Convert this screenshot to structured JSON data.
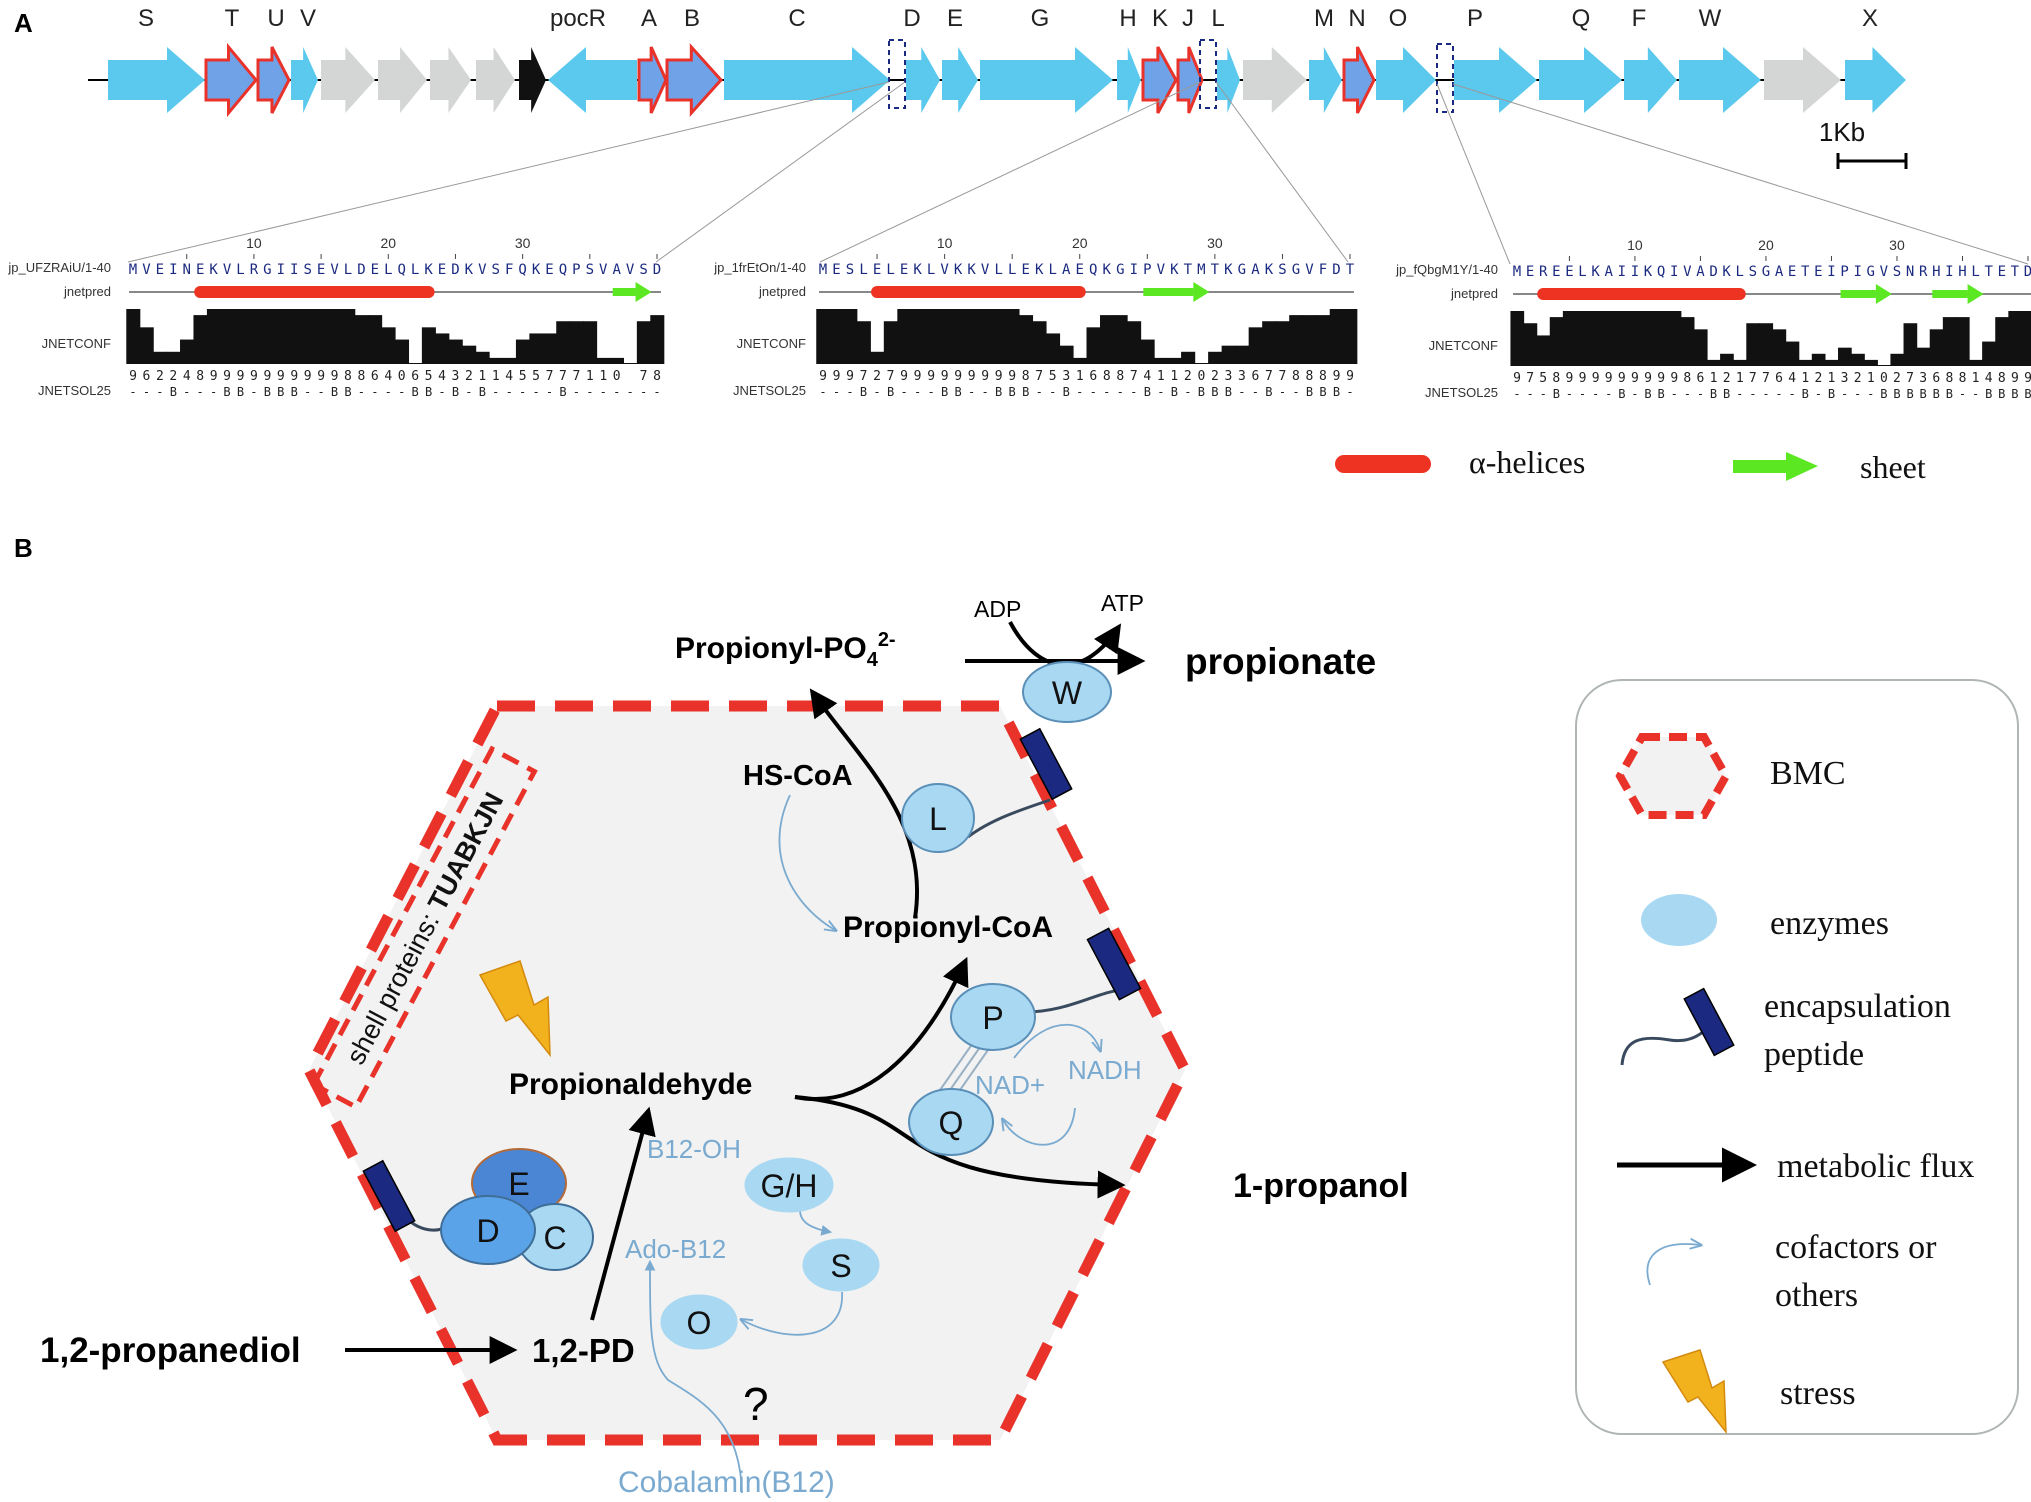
{
  "panel_labels": {
    "a": "A",
    "b": "B"
  },
  "colors": {
    "gene": "#5bc8ee",
    "gene_highlight": "#6fa2e6",
    "gene_grey": "#d4d6d6",
    "gene_black": "#111111",
    "shell_red": "#e8322a",
    "helix": "#ee3323",
    "sheet": "#5be823",
    "enzyme": "#a8d8f2",
    "enzyme_edge": "#5a8fb8",
    "peptide": "#1b2a80",
    "cofactor": "#7aaad0",
    "bmc_fill": "#f1f2f1",
    "stress": "#f2b21e"
  },
  "gene_cluster": {
    "labels": [
      "S",
      "T",
      "U",
      "V",
      "pocR",
      "A",
      "B",
      "C",
      "D",
      "E",
      "G",
      "H",
      "K",
      "J",
      "L",
      "M",
      "N",
      "O",
      "P",
      "Q",
      "F",
      "W",
      "X"
    ],
    "scale_label": "1Kb"
  },
  "alignments": [
    {
      "id": "jp_UFZRAiU/1-40",
      "sequence": "MVEINEKVLRGIISEVLDELQLKEDKVSFQKEQPSVAVSD",
      "ticks": [
        "10",
        "20",
        "30"
      ],
      "conf": "9622489999999999886406543211455777110 78",
      "sol": "---B---BB-BBB--BB----BB-B-B-----B-------",
      "conf_values": [
        9,
        6,
        2,
        2,
        4,
        8,
        9,
        9,
        9,
        9,
        9,
        9,
        9,
        9,
        9,
        9,
        9,
        8,
        8,
        6,
        4,
        0,
        6,
        5,
        4,
        3,
        2,
        1,
        1,
        4,
        5,
        5,
        7,
        7,
        7,
        1,
        1,
        0,
        7,
        8
      ],
      "helix": [
        5,
        22
      ],
      "sheet": [
        [
          36,
          38
        ]
      ]
    },
    {
      "id": "jp_1frEtOn/1-40",
      "sequence": "MESLELEKLVKKVLLEKLAEQKGIPVKTMTKGAKSGVFDT",
      "ticks": [
        "10",
        "20",
        "30"
      ],
      "conf": "9997279999999998753168874112023367788899",
      "sol": "---B-B---BB--BBB--B-----B-B-BBB--B--BBB--",
      "conf_values": [
        9,
        9,
        9,
        7,
        2,
        7,
        9,
        9,
        9,
        9,
        9,
        9,
        9,
        9,
        9,
        8,
        7,
        5,
        3,
        1,
        6,
        8,
        8,
        7,
        4,
        1,
        1,
        2,
        0,
        2,
        3,
        3,
        6,
        7,
        7,
        8,
        8,
        8,
        9,
        9
      ],
      "helix": [
        4,
        19
      ],
      "sheet": [
        [
          24,
          28
        ]
      ]
    },
    {
      "id": "jp_fQbgM1Y/1-40",
      "sequence": "MEREELKAIIKQIVADKLSGAETEIPIGVSNRHIHLTETD",
      "ticks": [
        "10",
        "20",
        "30"
      ],
      "conf": "9758999999999861217764121321027368814899",
      "sol": "---B----B-BB---BB-----B-B---BBBBBB--BBBBBB-",
      "conf_values": [
        9,
        7,
        5,
        8,
        9,
        9,
        9,
        9,
        9,
        9,
        9,
        9,
        9,
        8,
        6,
        1,
        2,
        1,
        7,
        7,
        6,
        4,
        1,
        2,
        1,
        3,
        2,
        1,
        0,
        2,
        7,
        3,
        6,
        8,
        8,
        1,
        4,
        8,
        9,
        9
      ],
      "helix": [
        2,
        17
      ],
      "sheet": [
        [
          25,
          28
        ],
        [
          32,
          35
        ]
      ]
    }
  ],
  "track_labels": {
    "pred": "jnetpred",
    "conf": "JNETCONF",
    "sol": "JNETSOL25"
  },
  "legend_a": {
    "helix": "α-helices",
    "sheet": "sheet"
  },
  "pathway": {
    "propionyl_po4": "Propionyl-PO",
    "po4_sub": "4",
    "po4_sup": "2-",
    "adp": "ADP",
    "atp": "ATP",
    "propionate": "propionate",
    "hs_coa": "HS-CoA",
    "propionyl_coa": "Propionyl-CoA",
    "propionaldehyde": "Propionaldehyde",
    "nad": "NAD+",
    "nadh": "NADH",
    "propanol": "1-propanol",
    "b12_oh": "B12-OH",
    "ado_b12": "Ado-B12",
    "propanediol": "1,2-propanediol",
    "pd": "1,2-PD",
    "question": "?",
    "cobalamin": "Cobalamin(B12)",
    "shell_proteins": "shell proteins: ",
    "shell_list": "TUABKJN"
  },
  "enzymes": {
    "W": "W",
    "L": "L",
    "P": "P",
    "Q": "Q",
    "GH": "G/H",
    "S": "S",
    "O": "O",
    "E": "E",
    "D": "D",
    "C": "C"
  },
  "legend_b": {
    "bmc": "BMC",
    "enzymes": "enzymes",
    "encap_1": "encapsulation",
    "encap_2": "peptide",
    "flux": "metabolic  flux",
    "cof_1": "cofactors or",
    "cof_2": "others",
    "stress": "stress"
  }
}
